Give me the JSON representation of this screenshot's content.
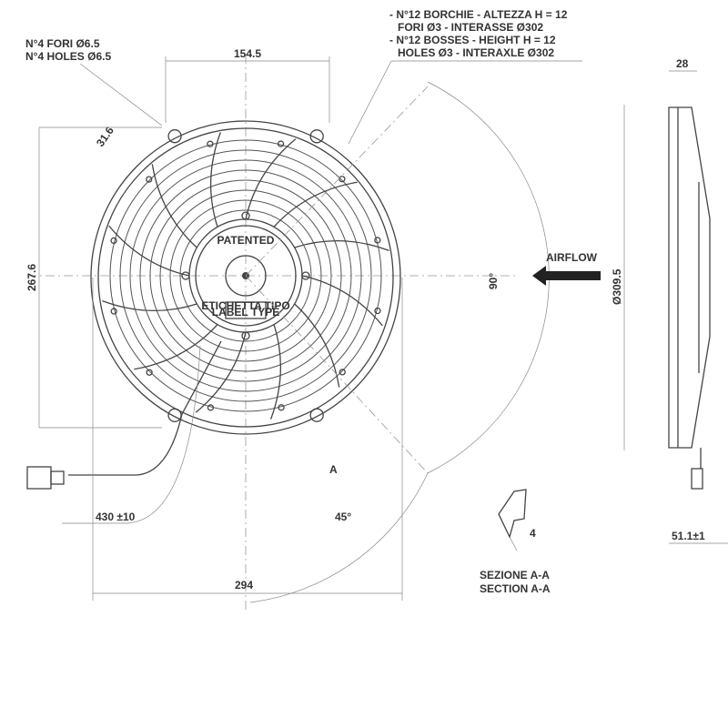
{
  "notes": {
    "holes_it": "N°4 FORI Ø6.5",
    "holes_en": "N°4 HOLES Ø6.5",
    "bosses_it_1": "- N°12 BORCHIE - ALTEZZA H = 12",
    "bosses_it_2": "FORI Ø3 - INTERASSE Ø302",
    "bosses_en_1": "- N°12 BOSSES - HEIGHT H = 12",
    "bosses_en_2": "HOLES Ø3 - INTERAXLE Ø302"
  },
  "dimensions": {
    "top_width": "154.5",
    "diag": "31.6",
    "height": "267.6",
    "angle_90": "90°",
    "angle_45": "45°",
    "cable": "430 ±10",
    "width": "294",
    "depth": "28",
    "diameter": "Ø309.5",
    "side_depth": "51.1±1",
    "section_thk": "4"
  },
  "labels": {
    "airflow": "AIRFLOW",
    "section_marker": "A",
    "section_it": "SEZIONE A-A",
    "section_en": "SECTION A-A",
    "patented": "PATENTED",
    "label_type_it": "ETICHETTA TIPO",
    "label_type_en": "LABEL TYPE"
  }
}
